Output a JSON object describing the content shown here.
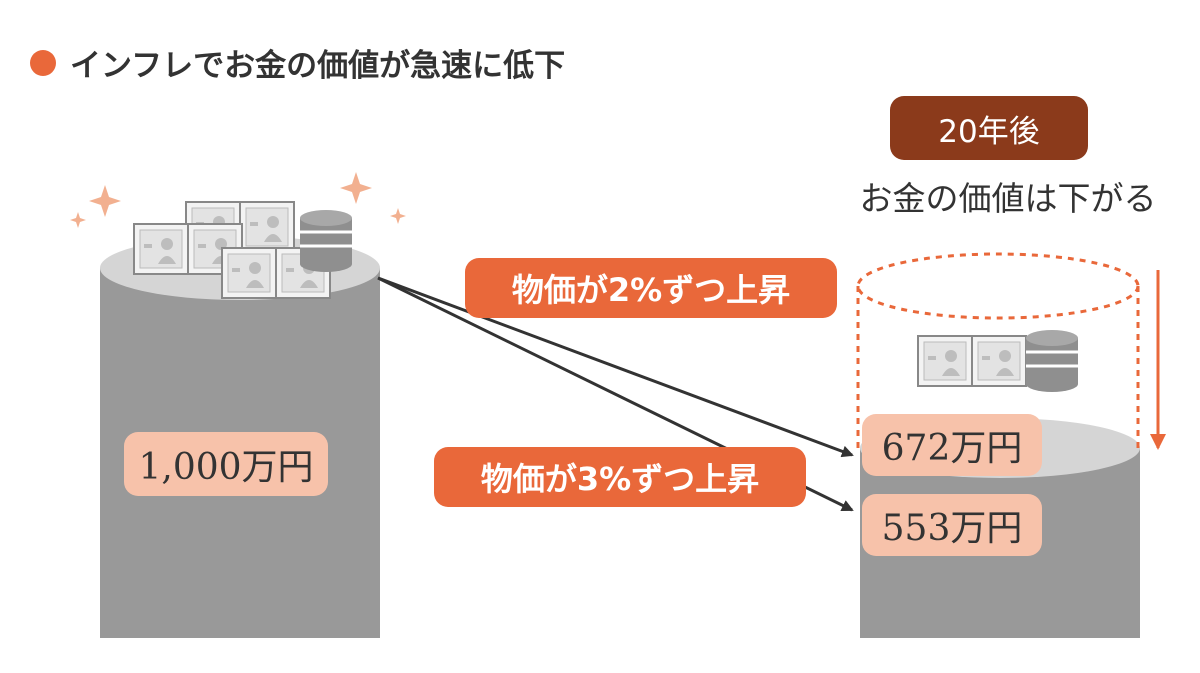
{
  "heading": "インフレでお金の価値が急速に低下",
  "after_badge": "20年後",
  "after_note": "お金の価値は下がる",
  "arrows": {
    "rise_2": "物価が2%ずつ上昇",
    "rise_3": "物価が3%ずつ上昇"
  },
  "amounts": {
    "start": "1,000万円",
    "after_2": "672万円",
    "after_3": "553万円"
  },
  "colors": {
    "accent": "#e9683a",
    "badge": "#8b3a1b",
    "amount_bg": "#f7c2aa",
    "cylinder": "#999999",
    "cylinder_top": "#d5d5d5"
  },
  "icons": [
    "banknote-stack-icon",
    "coin-stack-icon",
    "sparkle-icon"
  ]
}
